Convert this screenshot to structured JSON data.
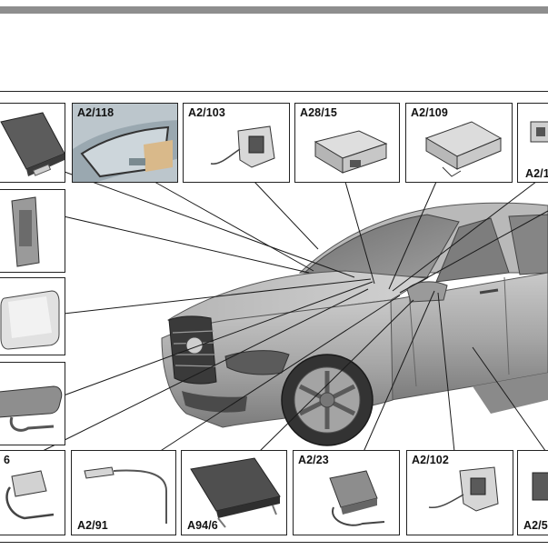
{
  "components": {
    "a2_118": "A2/118",
    "a2_103": "A2/103",
    "a28_15": "A28/15",
    "a2_109": "A2/109",
    "a2_top_right": "A2/1",
    "a2_91": "A2/91",
    "a94_6": "A94/6",
    "a2_23": "A2/23",
    "a2_102": "A2/102",
    "a2_bottom_right": "A2/5",
    "bottom_left": "6"
  }
}
